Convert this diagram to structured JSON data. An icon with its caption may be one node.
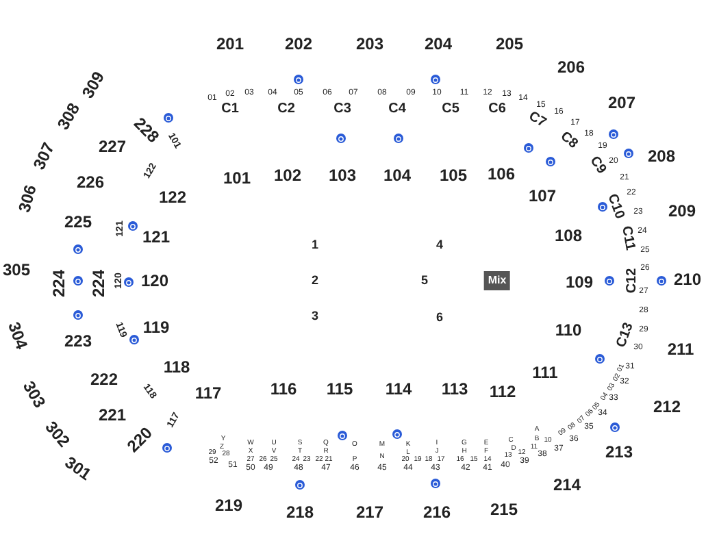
{
  "diagram": {
    "nodes": [
      {
        "text": [
          "Mix"
        ]
      }
    ],
    "labels": [
      "201",
      "202",
      "203",
      "204",
      "205",
      "206",
      "207",
      "208",
      "209",
      "210",
      "211",
      "212",
      "213",
      "214",
      "215",
      "216",
      "217",
      "218",
      "219",
      "220",
      "221",
      "222",
      "223",
      "224",
      "224",
      "225",
      "226",
      "227",
      "228",
      "309",
      "308",
      "307",
      "306",
      "305",
      "304",
      "303",
      "302",
      "301",
      "101",
      "102",
      "103",
      "104",
      "105",
      "106",
      "107",
      "108",
      "109",
      "110",
      "111",
      "112",
      "113",
      "114",
      "115",
      "116",
      "117",
      "118",
      "119",
      "120",
      "121",
      "122",
      "101",
      "122",
      "121",
      "120",
      "119",
      "118",
      "117",
      "C1",
      "C2",
      "C3",
      "C4",
      "C5",
      "C6",
      "C7",
      "C8",
      "C9",
      "C10",
      "C11",
      "C12",
      "C13",
      "01",
      "02",
      "03",
      "04",
      "05",
      "06",
      "07",
      "08",
      "09",
      "10",
      "11",
      "12",
      "13",
      "14",
      "15",
      "16",
      "17",
      "18",
      "19",
      "20",
      "21",
      "22",
      "23",
      "24",
      "25",
      "26",
      "27",
      "28",
      "29",
      "30",
      "31",
      "32",
      "33",
      "34",
      "35",
      "36",
      "37",
      "38",
      "39",
      "40",
      "41",
      "42",
      "43",
      "44",
      "45",
      "46",
      "47",
      "48",
      "49",
      "50",
      "51",
      "52",
      "Y",
      "Z",
      "29",
      "28",
      "W",
      "X",
      "27",
      "26",
      "25",
      "U",
      "V",
      "S",
      "T",
      "24",
      "23",
      "22",
      "21",
      "Q",
      "R",
      "O",
      "P",
      "M",
      "N",
      "K",
      "L",
      "20",
      "19",
      "18",
      "17",
      "I",
      "J",
      "G",
      "H",
      "16",
      "15",
      "14",
      "E",
      "F",
      "C",
      "D",
      "13",
      "12",
      "A",
      "B",
      "11",
      "10",
      "09",
      "08",
      "07",
      "06",
      "05",
      "04",
      "03",
      "02",
      "01",
      "1",
      "2",
      "3",
      "4",
      "5",
      "6"
    ]
  }
}
